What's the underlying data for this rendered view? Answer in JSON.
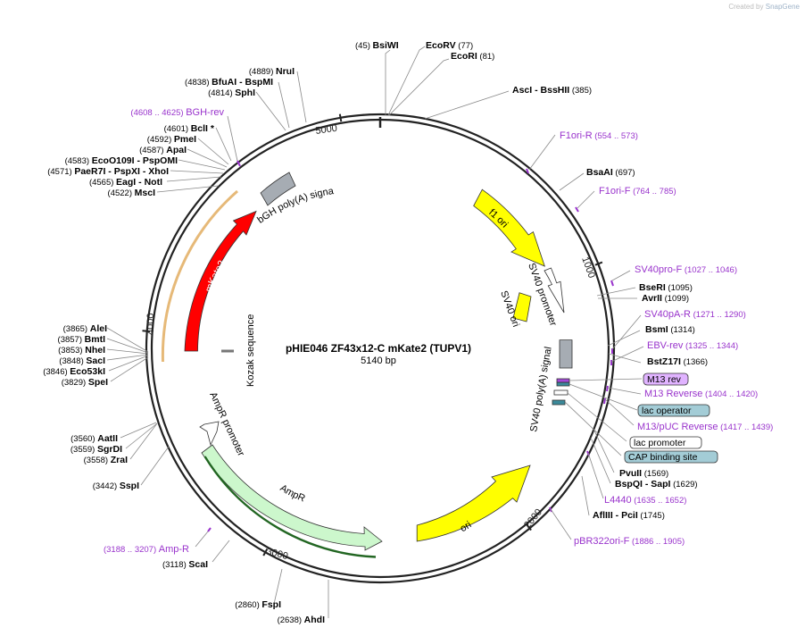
{
  "credit": {
    "prefix": "Created by",
    "brand": "SnapGene"
  },
  "plasmid": {
    "name": "pHIE046 ZF43x12-C mKate2 (TUPV1)",
    "size": "5140 bp"
  },
  "ticks": [
    "1000",
    "2000",
    "3000",
    "4000",
    "5000"
  ],
  "features": [
    {
      "label": "f1 ori",
      "color": "#ffff00"
    },
    {
      "label": "SV40 promoter",
      "color": "#ffffff"
    },
    {
      "label": "SV40 ori",
      "color": "#ffff00"
    },
    {
      "label": "SV40 poly(A) signal",
      "color": "#a6acb3"
    },
    {
      "label": "ori",
      "color": "#ffff00"
    },
    {
      "label": "AmpR",
      "color": "#ccf7cc"
    },
    {
      "label": "AmpR promoter",
      "color": "#ffffff"
    },
    {
      "label": "Kozak sequence",
      "color": "#999999"
    },
    {
      "label": "mKate2",
      "color": "#ff0000"
    },
    {
      "label": "bGH poly(A) signal",
      "color": "#a6acb3"
    }
  ],
  "enzymes": [
    {
      "name": "BsiWI",
      "pos": "(45)"
    },
    {
      "name": "EcoRV",
      "pos": "(77)"
    },
    {
      "name": "EcoRI",
      "pos": "(81)"
    },
    {
      "name": "AscI",
      "sep": "-",
      "name2": "BssHII",
      "pos": "(385)"
    },
    {
      "name": "BsaAI",
      "pos": "(697)"
    },
    {
      "name": "BseRI",
      "pos": "(1095)"
    },
    {
      "name": "AvrII",
      "pos": "(1099)"
    },
    {
      "name": "BsmI",
      "pos": "(1314)"
    },
    {
      "name": "BstZ17I",
      "pos": "(1366)"
    },
    {
      "name": "PvuII",
      "pos": "(1569)"
    },
    {
      "name": "BspQI",
      "sep": "-",
      "name2": "SapI",
      "pos": "(1629)"
    },
    {
      "name": "AflIII",
      "sep": "-",
      "name2": "PciI",
      "pos": "(1745)"
    },
    {
      "name": "AhdI",
      "pos": "(2638)"
    },
    {
      "name": "FspI",
      "pos": "(2860)"
    },
    {
      "name": "ScaI",
      "pos": "(3118)"
    },
    {
      "name": "SspI",
      "pos": "(3442)"
    },
    {
      "name": "ZraI",
      "pos": "(3558)"
    },
    {
      "name": "SgrDI",
      "pos": "(3559)"
    },
    {
      "name": "AatII",
      "pos": "(3560)"
    },
    {
      "name": "SpeI",
      "pos": "(3829)"
    },
    {
      "name": "Eco53kI",
      "pos": "(3846)"
    },
    {
      "name": "SacI",
      "pos": "(3848)"
    },
    {
      "name": "NheI",
      "pos": "(3853)"
    },
    {
      "name": "BmtI",
      "pos": "(3857)"
    },
    {
      "name": "AleI",
      "pos": "(3865)"
    },
    {
      "name": "MscI",
      "pos": "(4522)"
    },
    {
      "name": "EagI",
      "sep": "-",
      "name2": "NotI",
      "pos": "(4565)"
    },
    {
      "name": "PaeR7I",
      "sep": "-",
      "name2": "PspXI",
      "sep2": "-",
      "name3": "XhoI",
      "pos": "(4571)"
    },
    {
      "name": "EcoO109I",
      "sep": "-",
      "name2": "PspOMI",
      "pos": "(4583)"
    },
    {
      "name": "ApaI",
      "pos": "(4587)"
    },
    {
      "name": "PmeI",
      "pos": "(4592)"
    },
    {
      "name": "BclI",
      "mark": "*",
      "pos": "(4601)"
    },
    {
      "name": "SphI",
      "pos": "(4814)"
    },
    {
      "name": "BfuAI",
      "sep": "-",
      "name2": "BspMI",
      "pos": "(4838)"
    },
    {
      "name": "NruI",
      "pos": "(4889)"
    }
  ],
  "primers": [
    {
      "name": "F1ori-R",
      "range": "(554 .. 573)"
    },
    {
      "name": "F1ori-F",
      "range": "(764 .. 785)"
    },
    {
      "name": "SV40pro-F",
      "range": "(1027 .. 1046)"
    },
    {
      "name": "SV40pA-R",
      "range": "(1271 .. 1290)"
    },
    {
      "name": "EBV-rev",
      "range": "(1325 .. 1344)"
    },
    {
      "name": "M13 Reverse",
      "range": "(1404 .. 1420)"
    },
    {
      "name": "M13/pUC Reverse",
      "range": "(1417 .. 1439)"
    },
    {
      "name": "L4440",
      "range": "(1635 .. 1652)"
    },
    {
      "name": "pBR322ori-F",
      "range": "(1886 .. 1905)"
    },
    {
      "name": "Amp-R",
      "range": "(3188 .. 3207)"
    },
    {
      "name": "BGH-rev",
      "range": "(4608 .. 4625)"
    }
  ],
  "boxed": [
    {
      "label": "M13 rev",
      "fill": "#e0b3ff"
    },
    {
      "label": "lac operator",
      "fill": "#a3ccd6"
    },
    {
      "label": "lac promoter",
      "fill": "#ffffff"
    },
    {
      "label": "CAP binding site",
      "fill": "#a3ccd6"
    }
  ],
  "colors": {
    "enzyme_text": "#000000",
    "primer": "#9933cc",
    "backbone": "#222222"
  }
}
